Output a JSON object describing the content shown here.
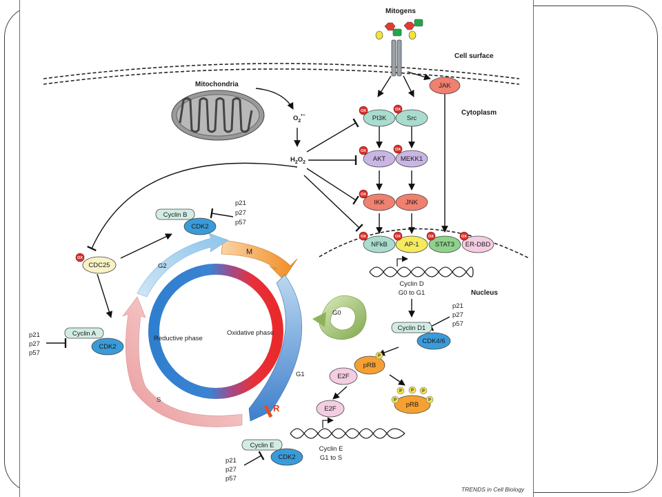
{
  "labels": {
    "mitogens": "Mitogens",
    "cell_surface": "Cell surface",
    "cytoplasm": "Cytoplasm",
    "nucleus": "Nucleus",
    "mitochondria": "Mitochondria",
    "superoxide": "O",
    "superoxide_sub": "2",
    "superoxide_sup": "•−",
    "h2o2_h": "H",
    "h2o2_sub1": "2",
    "h2o2_o": "O",
    "h2o2_sub2": "2",
    "credit": "TRENDS in Cell Biology"
  },
  "nodes": {
    "jak": "JAK",
    "pi3k": "PI3K",
    "src": "Src",
    "akt": "AKT",
    "mekk1": "MEKK1",
    "ikk": "IKK",
    "jnk": "JNK",
    "nfkb": "NFkB",
    "ap1": "AP-1",
    "stat3": "STAT3",
    "erdbd": "ER-DBD",
    "cyclin_b": "Cyclin B",
    "cdk2_b": "CDK2",
    "cdc25": "CDC25",
    "cyclin_a": "Cyclin A",
    "cdk2_a": "CDK2",
    "cyclin_d1": "Cyclin D1",
    "cdk46": "CDK4/6",
    "prb": "pRB",
    "prb_phos": "pRB",
    "e2f_bound": "E2F",
    "e2f_free": "E2F",
    "cyclin_e": "Cyclin E",
    "cdk2_e": "CDK2",
    "ox": "OX",
    "p": "P"
  },
  "inhibitors": {
    "b": [
      "p21",
      "p27",
      "p57"
    ],
    "a": [
      "p21",
      "p27",
      "p57"
    ],
    "d": [
      "p21",
      "p27",
      "p57"
    ],
    "e": [
      "p21",
      "p27",
      "p57"
    ]
  },
  "gene_labels": {
    "cyclin_d_line1": "Cyclin D",
    "cyclin_d_line2": "G0 to G1",
    "cyclin_e_line1": "Cyclin E",
    "cyclin_e_line2": "G1 to S"
  },
  "cell_cycle": {
    "m": "M",
    "g1": "G1",
    "s": "S",
    "g2": "G2",
    "g0": "G0",
    "r": "R",
    "reductive": "Reductive phase",
    "oxidative": "Oxidative phase"
  },
  "colors": {
    "teal": "#a9dccf",
    "purple": "#c9b6e4",
    "salmon": "#f08070",
    "blue": "#3a9bd9",
    "yellow": "#f7ea5e",
    "green": "#8fd28c",
    "pink": "#f4cde2",
    "pale": "#d2ece4",
    "orange": "#f5a033",
    "ox_red": "#d9302b",
    "p_yellow": "#f4e04d"
  }
}
